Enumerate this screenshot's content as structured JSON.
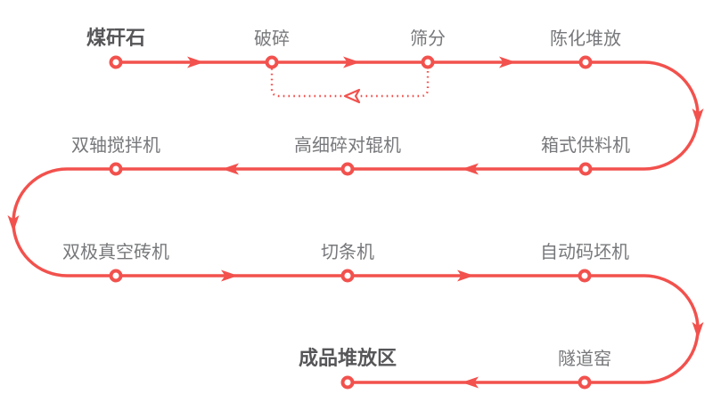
{
  "diagram": {
    "type": "process-flowchart",
    "description": "Coal gangue brick production process flow",
    "colors": {
      "flow_line": "#f2514d",
      "node_fill": "#ffffff",
      "label_text": "#77787b",
      "label_text_strong": "#565659",
      "background": "#ffffff"
    },
    "nodes": [
      {
        "id": "coal-gangue",
        "label": "煤矸石",
        "strong": true
      },
      {
        "id": "crushing",
        "label": "破碎",
        "strong": false
      },
      {
        "id": "screening",
        "label": "筛分",
        "strong": false
      },
      {
        "id": "aging-stacking",
        "label": "陈化堆放",
        "strong": false
      },
      {
        "id": "box-feeder",
        "label": "箱式供料机",
        "strong": false
      },
      {
        "id": "fine-roller-crusher",
        "label": "高细碎对辊机",
        "strong": false
      },
      {
        "id": "twin-shaft-mixer",
        "label": "双轴搅拌机",
        "strong": false
      },
      {
        "id": "vacuum-brick-machine",
        "label": "双极真空砖机",
        "strong": false
      },
      {
        "id": "strip-cutter",
        "label": "切条机",
        "strong": false
      },
      {
        "id": "auto-stacker",
        "label": "自动码坯机",
        "strong": false
      },
      {
        "id": "tunnel-kiln",
        "label": "隧道窑",
        "strong": false
      },
      {
        "id": "finished-stockyard",
        "label": "成品堆放区",
        "strong": true
      }
    ],
    "edges": {
      "main_flow_order": [
        "煤矸石",
        "破碎",
        "筛分",
        "陈化堆放",
        "箱式供料机",
        "高细碎对辊机",
        "双轴搅拌机",
        "双极真空砖机",
        "切条机",
        "自动码坯机",
        "隧道窑",
        "成品堆放区"
      ],
      "return_edge": {
        "from": "筛分",
        "to": "破碎",
        "style": "dotted"
      }
    }
  }
}
